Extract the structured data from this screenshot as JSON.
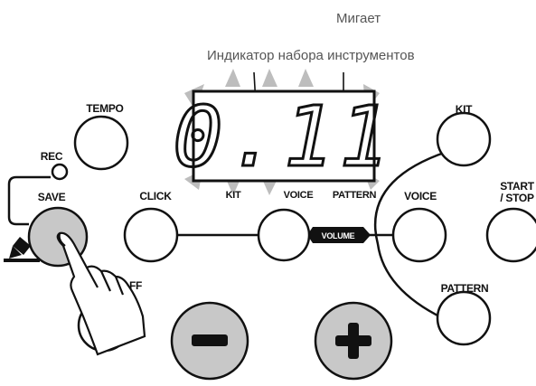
{
  "captions": {
    "blink": "Мигает",
    "kit_indicator": "Индикатор набора инструментов"
  },
  "display": {
    "value": "0.11",
    "indicator_labels": [
      "KIT",
      "VOICE",
      "PATTERN"
    ]
  },
  "buttons": {
    "tempo": "TEMPO",
    "rec": "REC",
    "save": "SAVE",
    "click": "CLICK",
    "kit": "KIT",
    "voice": "VOICE",
    "start_stop_line1": "START",
    "start_stop_line2": "/ STOP",
    "pattern": "PATTERN",
    "volume": "VOLUME",
    "partial_off": "FF",
    "minus": "−",
    "plus": "+"
  },
  "colors": {
    "ink": "#111111",
    "caption": "#555555",
    "blink_rays": "#bdbdbd",
    "pressed_button": "#c8c8c8"
  },
  "icons": [
    "hand-pointer-icon",
    "pencil-icon",
    "minus-icon",
    "plus-icon"
  ]
}
